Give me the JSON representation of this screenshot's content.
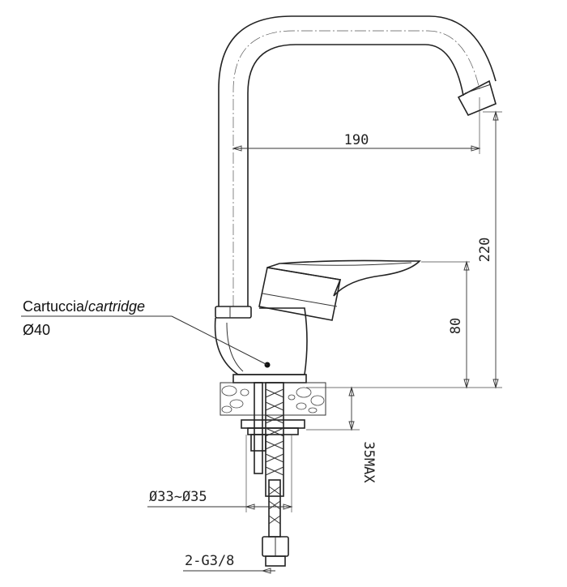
{
  "labels": {
    "cartridge_main": "Cartuccia/",
    "cartridge_italic": "cartridge",
    "cartridge_diameter": "Ø40"
  },
  "dimensions": {
    "spout_reach": "190",
    "total_height": "220",
    "body_height": "80",
    "deck_thickness": "35MAX",
    "hole_diameter": "Ø33~Ø35",
    "connection": "2-G3/8"
  }
}
